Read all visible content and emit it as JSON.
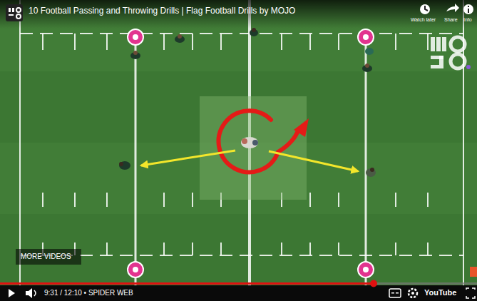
{
  "diagram": {
    "title": "10 Football Passing and Throwing Drills | Flag Football Drills by MOJO",
    "labels": [
      "Watch later",
      "Share",
      "Info",
      "MORE VIDEOS",
      "9:31 / 12:10 • SPIDER WEB",
      "YouTube"
    ]
  }
}
